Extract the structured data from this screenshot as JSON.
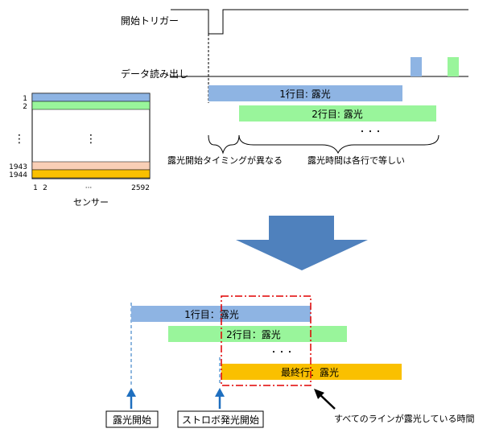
{
  "signals": {
    "start_trigger": "開始トリガー",
    "data_readout": "データ読み出し"
  },
  "top_bars": {
    "row1": "1行目: 露光",
    "row2": "2行目: 露光",
    "ellipsis": "・・・"
  },
  "top_braces": {
    "start_timing": "露光開始タイミングが異なる",
    "exposure_equal": "露光時間は各行で等しい"
  },
  "sensor": {
    "row_labels": [
      "1",
      "2",
      "1943",
      "1944"
    ],
    "col_labels": [
      "1",
      "2",
      "2592"
    ],
    "col_dots": "···",
    "vdots": "⋮",
    "caption": "センサー"
  },
  "bottom": {
    "row1": "1行目：露光",
    "row2": "2行目：露光",
    "ellipsis": "・・・",
    "last_row": "最終行：露光",
    "exposure_start": "露光開始",
    "strobe_start": "ストロボ発光開始",
    "all_lines_note": "すべてのラインが露光している時間"
  },
  "colors": {
    "blue_bar": "#8eb4e3",
    "green_bar": "#99f59b",
    "orange_bar": "#fac000",
    "peach_row": "#f9cfb6",
    "arrow_fill": "#4f81bd",
    "pointer_blue": "#1f6fbf",
    "dash_red": "#e00000"
  }
}
